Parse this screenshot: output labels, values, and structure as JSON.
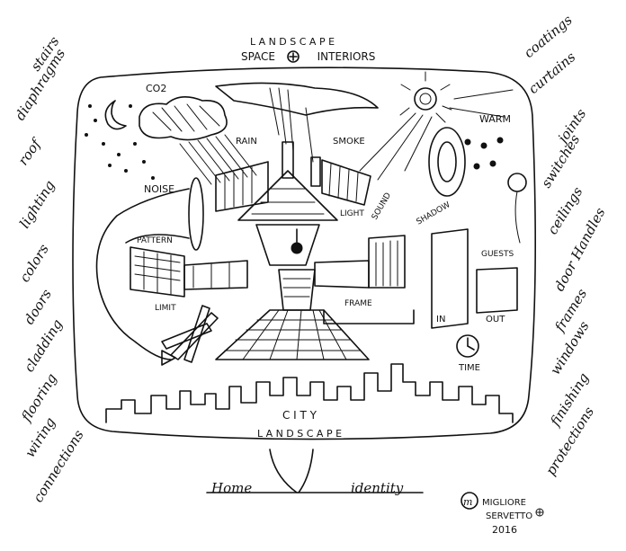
{
  "header": {
    "top_title": "L A N D S C A P E",
    "subtitle_space": "SPACE",
    "subtitle_interiors": "INTERIORS"
  },
  "center_labels": {
    "co2": "CO2",
    "rain": "RAIN",
    "smoke": "SMOKE",
    "warm": "WARM",
    "noise": "NOISE",
    "light": "LIGHT",
    "sound": "SOUND",
    "shadow": "SHADOW",
    "pattern": "PATTERN",
    "limit": "LIMIT",
    "frame": "FRAME",
    "guests": "GUESTS",
    "in": "IN",
    "out": "OUT",
    "time": "TIME",
    "city": "C I T Y",
    "bottom_landscape": "L A N D S C A P E"
  },
  "left_words": [
    "stairs",
    "diaphragms",
    "roof",
    "lighting",
    "colors",
    "doors",
    "cladding",
    "flooring",
    "wiring",
    "connections"
  ],
  "right_words": [
    "coatings",
    "curtains",
    "joints",
    "switches",
    "ceilings",
    "door Handles",
    "frames",
    "windows",
    "finishing",
    "protections"
  ],
  "base": {
    "left": "Home",
    "right": "identity"
  },
  "signature": {
    "line1": "MIGLIORE",
    "line2": "SERVETTO",
    "year": "2016"
  }
}
